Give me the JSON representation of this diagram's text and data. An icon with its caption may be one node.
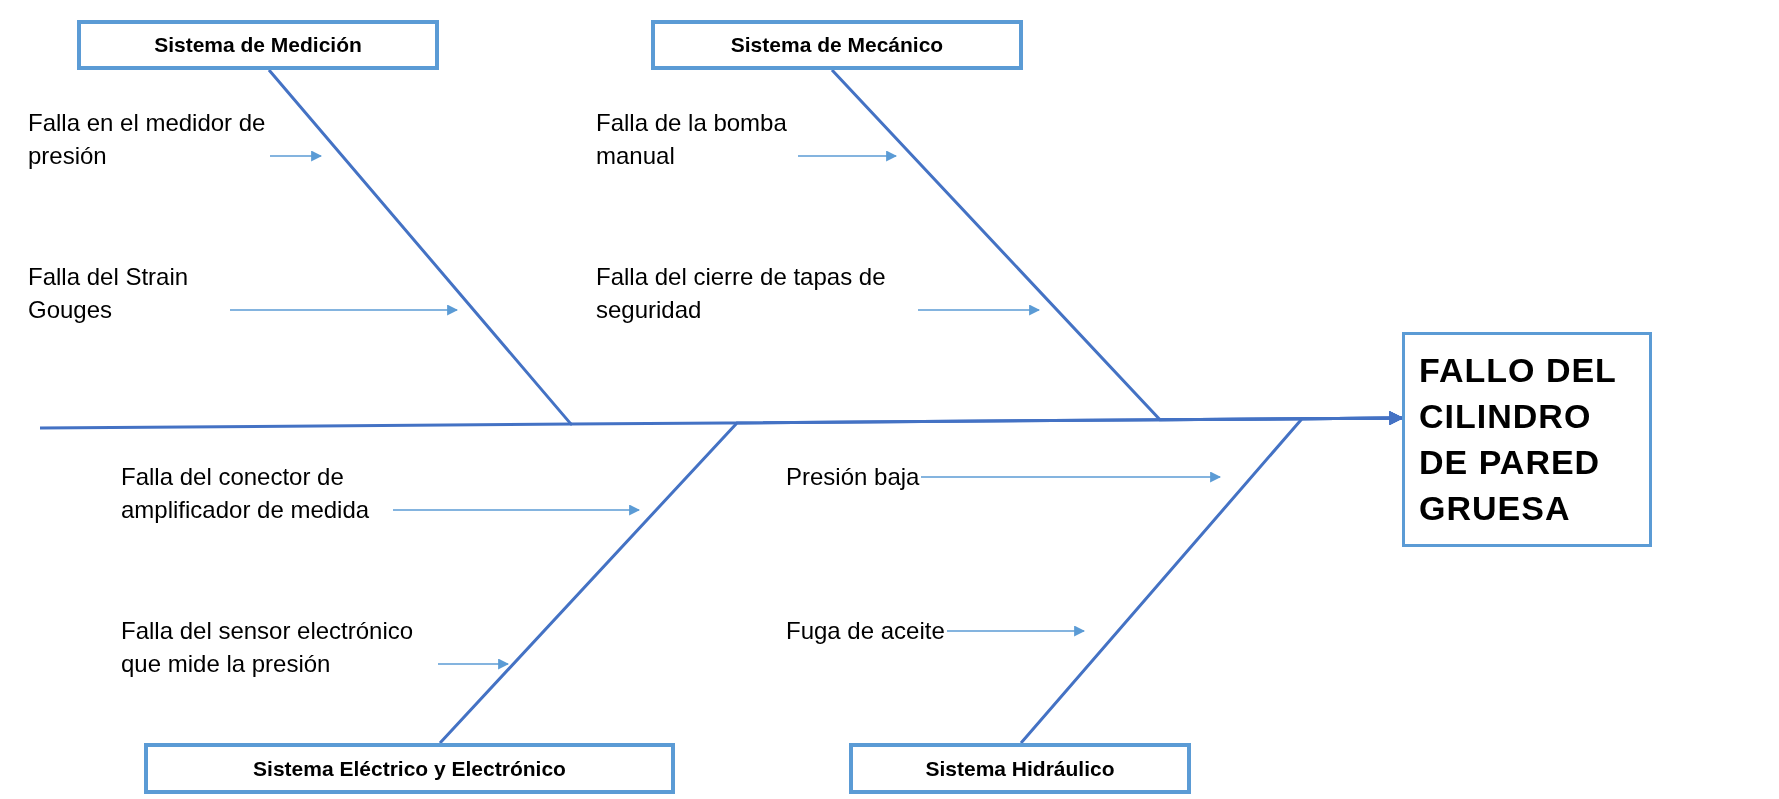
{
  "diagram": {
    "nodes": [
      {
        "text": [
          "Sistema de Medición"
        ]
      },
      {
        "text": [
          "Sistema de Mecánico"
        ]
      },
      {
        "text": [
          "Falla en el medidor de presión"
        ]
      },
      {
        "text": [
          "Falla de la bomba manual"
        ]
      },
      {
        "text": [
          "Falla del Strain Gouges"
        ]
      },
      {
        "text": [
          "Falla del cierre de tapas de seguridad"
        ]
      },
      {
        "text": [
          "FALLO DEL CILINDRO DE PARED GRUESA"
        ]
      },
      {
        "text": [
          "Falla del conector de amplificador de medida"
        ]
      },
      {
        "text": [
          "Presión baja"
        ]
      },
      {
        "text": [
          "Falla del sensor electrónico que mide la presión"
        ]
      },
      {
        "text": [
          "Fuga de aceite"
        ]
      },
      {
        "text": [
          "Sistema Eléctrico y Electrónico"
        ]
      },
      {
        "text": [
          "Sistema Hidráulico"
        ]
      }
    ],
    "edges": [
      {
        "from": 0,
        "to": 6,
        "arrow": "to"
      },
      {
        "from": 1,
        "to": 6,
        "arrow": "to"
      },
      {
        "from": 11,
        "to": 6,
        "arrow": "to"
      },
      {
        "from": 12,
        "to": 6,
        "arrow": "to"
      },
      {
        "from": 2,
        "to": null,
        "arrow": "to"
      },
      {
        "from": 3,
        "to": null,
        "arrow": "to"
      },
      {
        "from": 4,
        "to": null,
        "arrow": "to"
      },
      {
        "from": 5,
        "to": null,
        "arrow": "to"
      },
      {
        "from": 7,
        "to": null,
        "arrow": "to"
      },
      {
        "from": 8,
        "to": null,
        "arrow": "to"
      },
      {
        "from": 9,
        "to": null,
        "arrow": "to"
      },
      {
        "from": 10,
        "to": null,
        "arrow": "to"
      }
    ]
  }
}
